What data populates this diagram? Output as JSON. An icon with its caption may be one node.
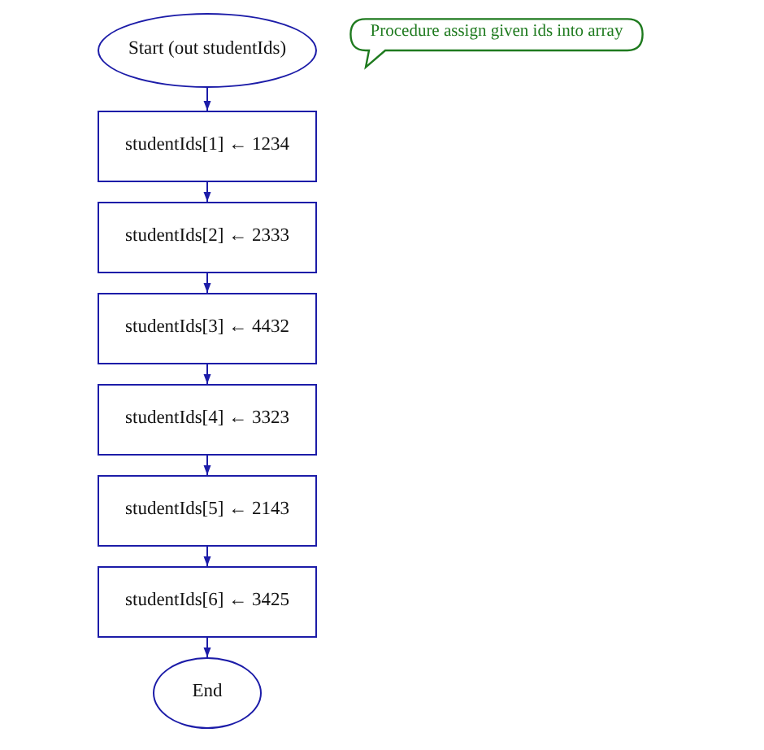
{
  "diagram": {
    "nodes": [
      {
        "text": [
          "Start (out studentIds)"
        ]
      },
      {
        "text": [
          "Procedure assign given ids into array"
        ]
      },
      {
        "text": [
          "studentIds[1] ← 1234"
        ]
      },
      {
        "text": [
          "studentIds[2] ← 2333"
        ]
      },
      {
        "text": [
          "studentIds[3] ← 4432"
        ]
      },
      {
        "text": [
          "studentIds[4] ← 3323"
        ]
      },
      {
        "text": [
          "studentIds[5] ← 2143"
        ]
      },
      {
        "text": [
          "studentIds[6] ← 3425"
        ]
      },
      {
        "text": [
          "End"
        ]
      }
    ],
    "edges": [
      {
        "from": 0,
        "to": 2,
        "arrow": "to"
      },
      {
        "from": 2,
        "to": 3,
        "arrow": "to"
      },
      {
        "from": 3,
        "to": 4,
        "arrow": "to"
      },
      {
        "from": 4,
        "to": 5,
        "arrow": "to"
      },
      {
        "from": 5,
        "to": 6,
        "arrow": "to"
      },
      {
        "from": 6,
        "to": 7,
        "arrow": "to"
      },
      {
        "from": 7,
        "to": 8,
        "arrow": "to"
      }
    ]
  }
}
